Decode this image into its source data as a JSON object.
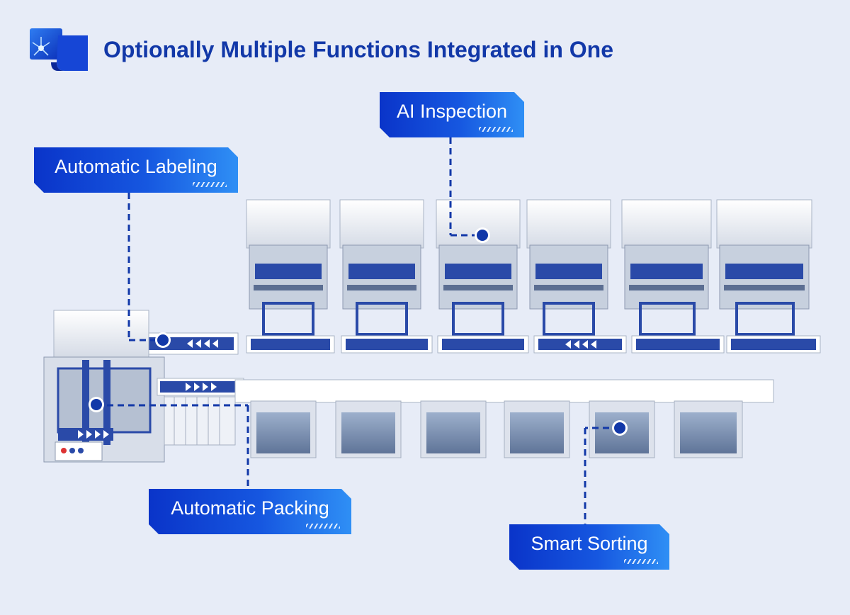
{
  "title": "Optionally Multiple Functions Integrated in One",
  "colors": {
    "brand_blue": "#1238a8",
    "callout_dark": "#0a34c9",
    "callout_light": "#2f8ff5",
    "background": "#e7ecf7",
    "machine_blue": "#2a4aa8"
  },
  "icons": {
    "logo": "blue-ribbon-logo-icon",
    "marker": "blue-dot-marker-icon"
  },
  "callouts": [
    {
      "id": "ai-inspection",
      "label": "AI Inspection"
    },
    {
      "id": "automatic-labeling",
      "label": "Automatic Labeling"
    },
    {
      "id": "automatic-packing",
      "label": "Automatic Packing"
    },
    {
      "id": "smart-sorting",
      "label": "Smart Sorting"
    }
  ]
}
